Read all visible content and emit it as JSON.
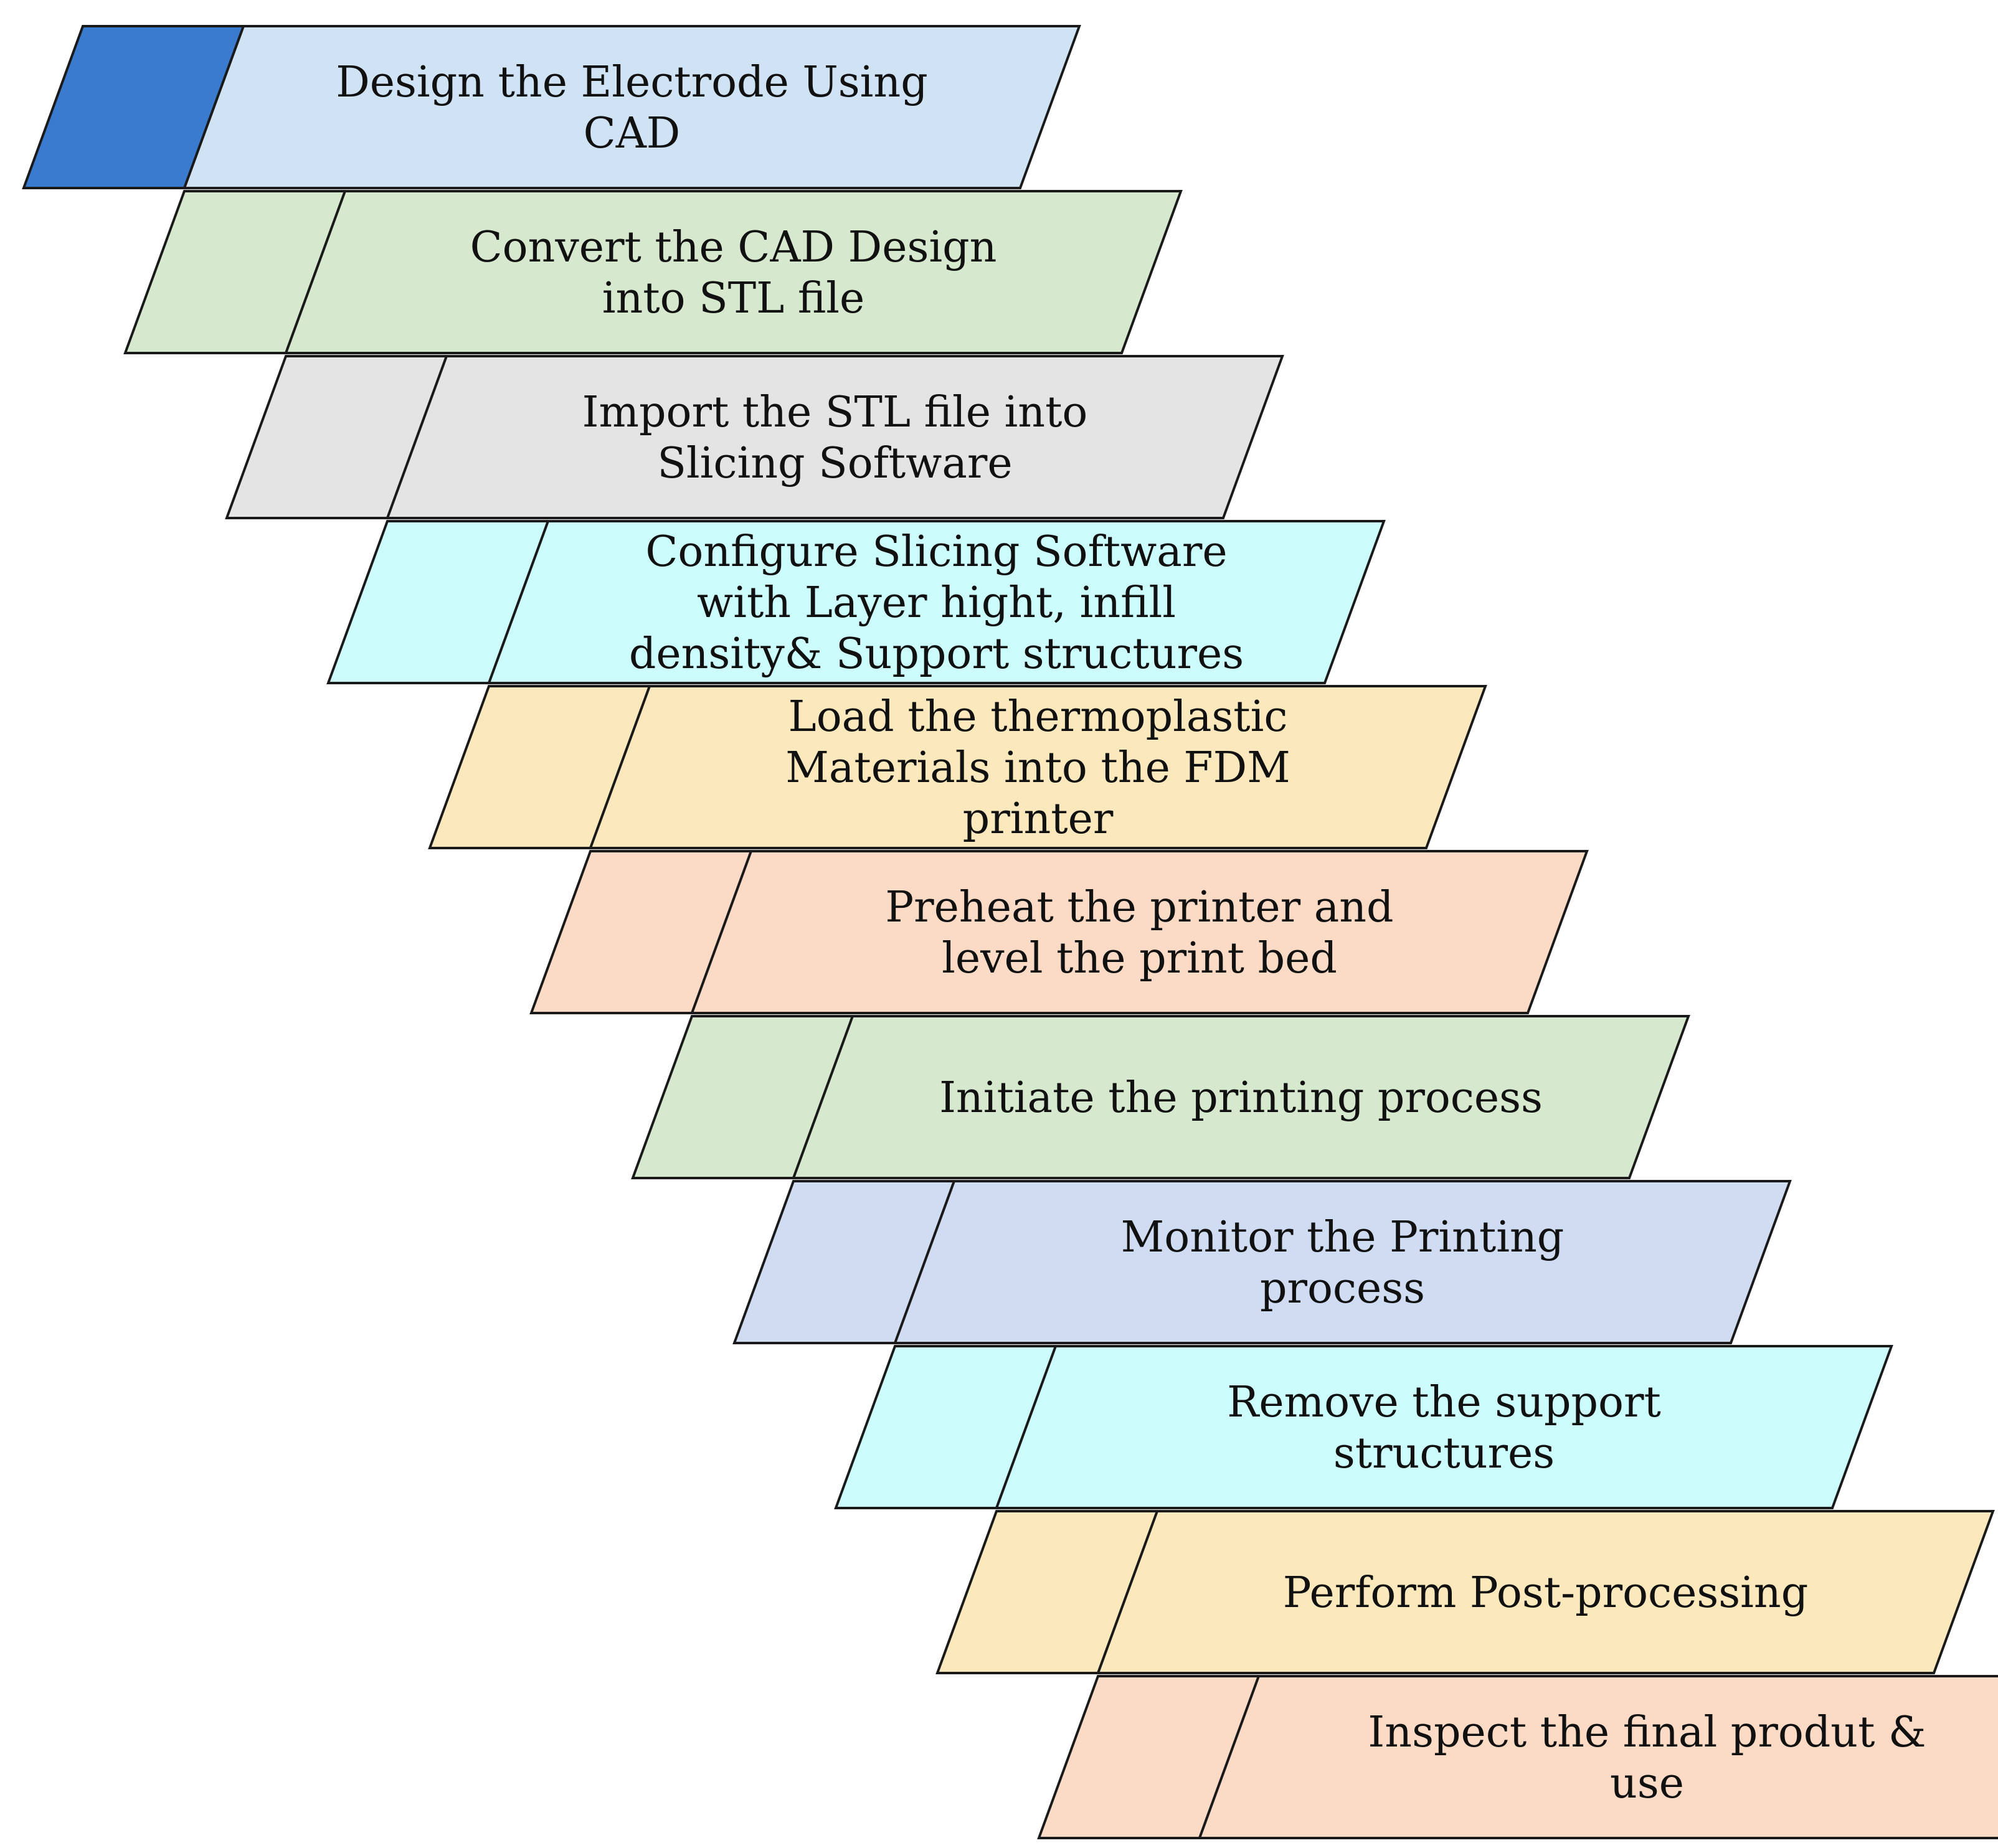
{
  "diagram": {
    "steps": [
      {
        "lines": [
          "Design the Electrode Using",
          "CAD"
        ],
        "fill": "#cfe3f4",
        "tab_fill": "#3a7bd0"
      },
      {
        "lines": [
          "Convert the CAD Design",
          "into STL file"
        ],
        "fill": "#d6e9cf",
        "tab_fill": "#d6e9cf"
      },
      {
        "lines": [
          "Import the STL file into",
          "Slicing Software"
        ],
        "fill": "#e4e4e4",
        "tab_fill": "#e4e4e4"
      },
      {
        "lines": [
          "Configure Slicing Software",
          "with  Layer hight, infill",
          "density& Support structures"
        ],
        "fill": "#ccfcfc",
        "tab_fill": "#ccfcfc"
      },
      {
        "lines": [
          "Load the thermoplastic",
          "Materials into the FDM",
          "printer"
        ],
        "fill": "#fbe9bd",
        "tab_fill": "#fbe9bd"
      },
      {
        "lines": [
          "Preheat the printer and",
          "level the print bed"
        ],
        "fill": "#fbdbc6",
        "tab_fill": "#fbdbc6"
      },
      {
        "lines": [
          "Initiate the printing process"
        ],
        "fill": "#d6e9cf",
        "tab_fill": "#d6e9cf"
      },
      {
        "lines": [
          "Monitor the Printing",
          "process"
        ],
        "fill": "#cfdcf1",
        "tab_fill": "#cfdcf1"
      },
      {
        "lines": [
          "Remove the support",
          "structures"
        ],
        "fill": "#ccfcfc",
        "tab_fill": "#ccfcfc"
      },
      {
        "lines": [
          "Perform Post-processing"
        ],
        "fill": "#fbe9bd",
        "tab_fill": "#fbe9bd"
      },
      {
        "lines": [
          "Inspect the final produt &",
          "use"
        ],
        "fill": "#fbdbc6",
        "tab_fill": "#fbdbc6"
      }
    ],
    "stroke_color": "#1a1a1a"
  }
}
